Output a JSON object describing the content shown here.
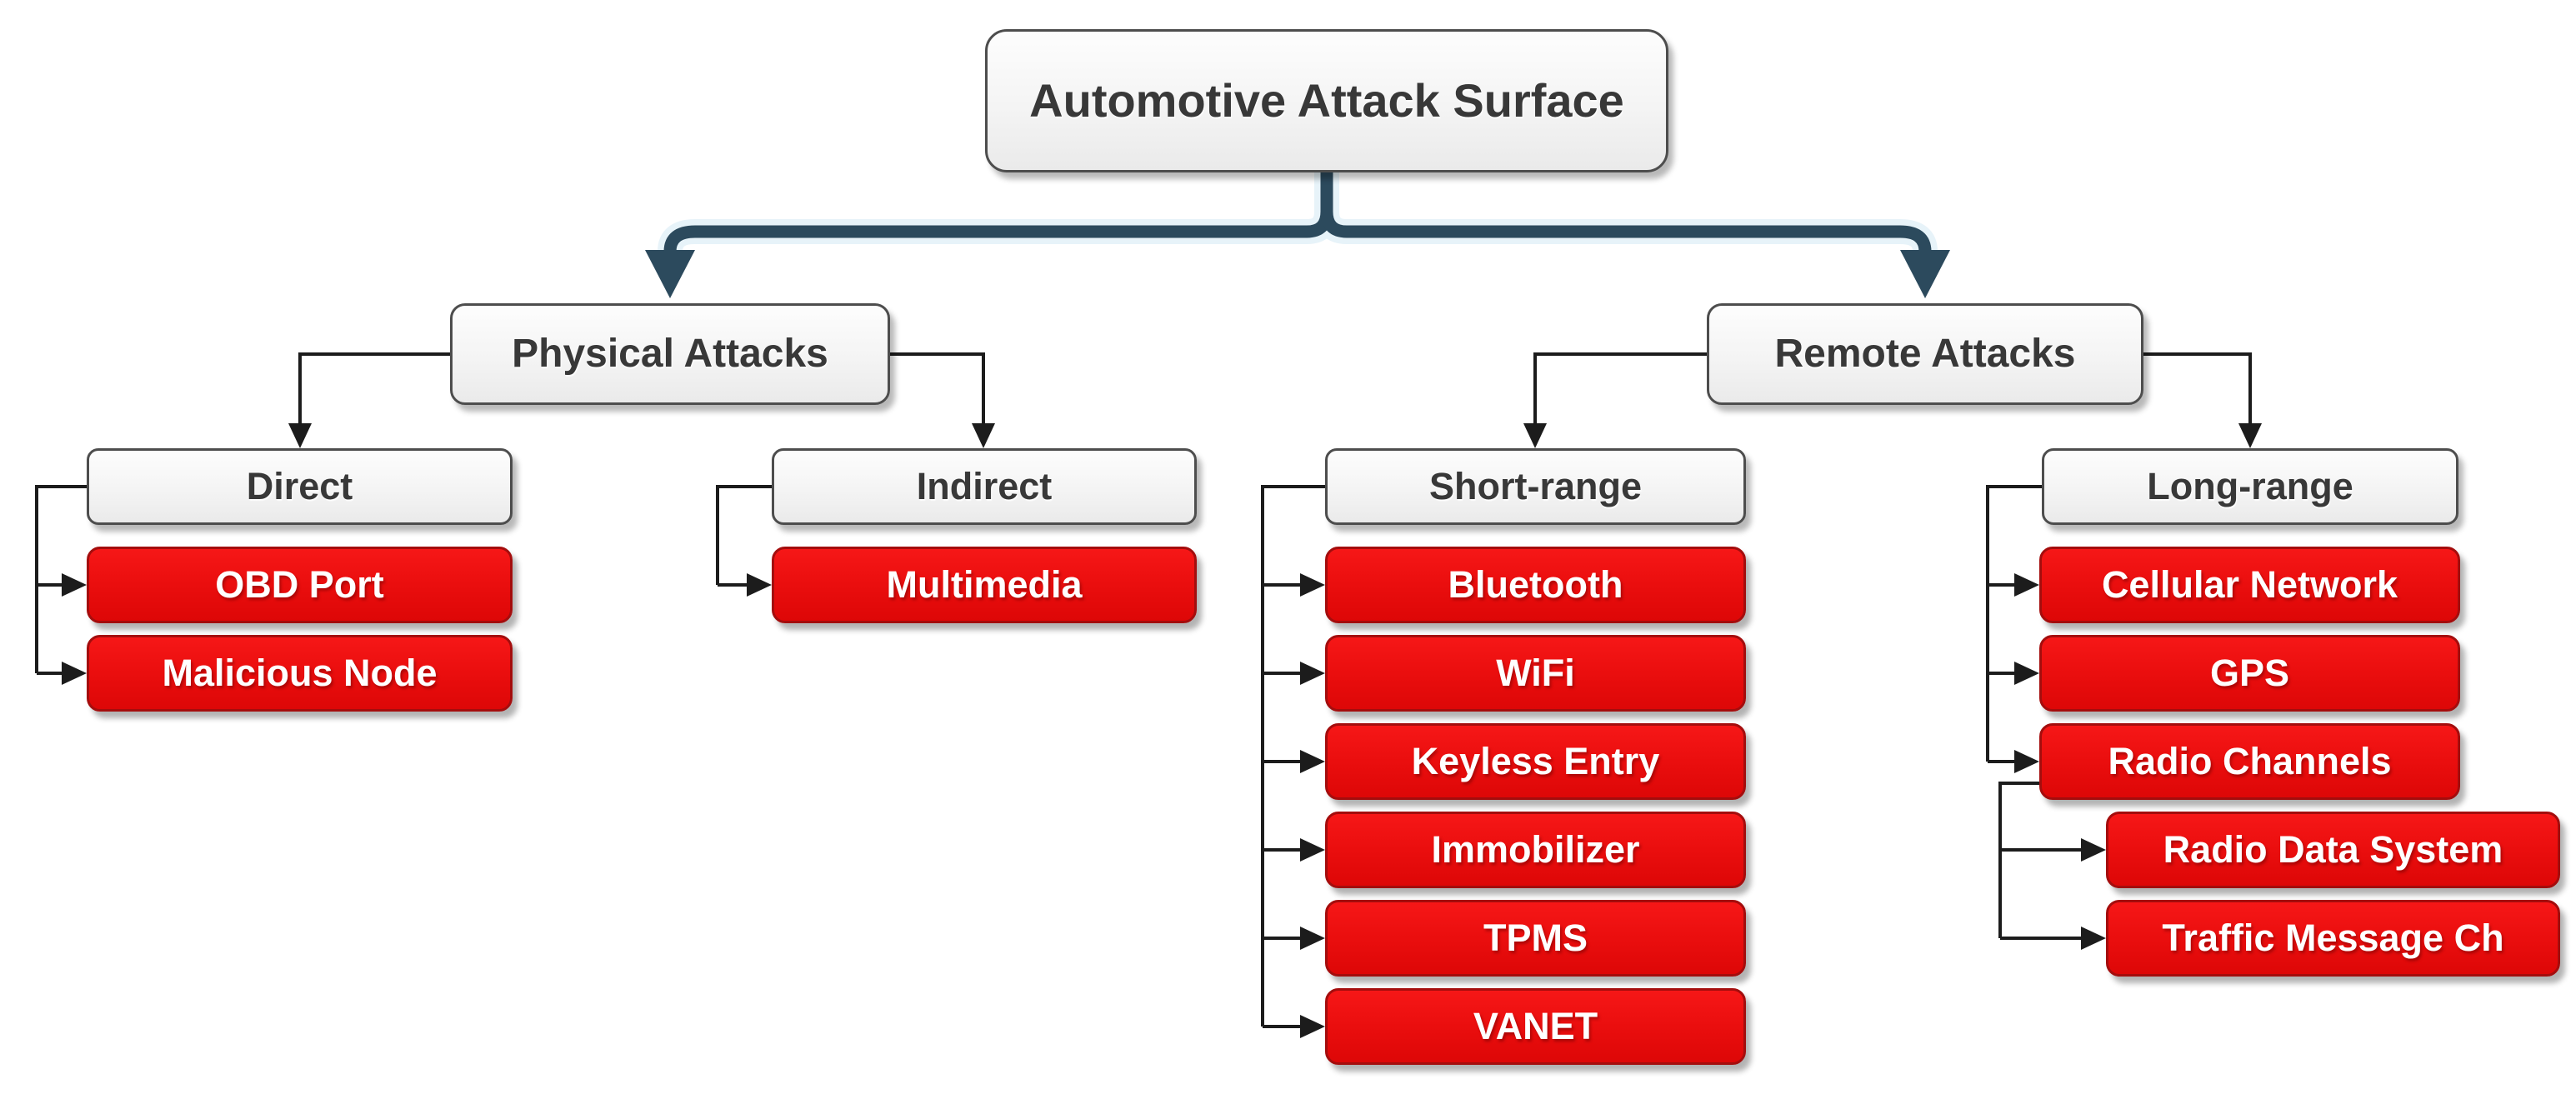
{
  "diagram_title": "Automotive Attack Surface taxonomy",
  "colors": {
    "background": "#ffffff",
    "trunk": "#2c4a5d",
    "trunk_glow": "#ddeef7",
    "connector": "#1c1c1c",
    "gray_node_fill": "#f4f4f4",
    "gray_node_border": "#4d4d4d",
    "gray_node_text": "#383838",
    "red_node_fill": "#ea0e0e",
    "red_node_border": "#a40d0d",
    "red_node_text": "#ffffff"
  },
  "tree": {
    "root": {
      "label": "Automotive Attack Surface"
    },
    "branches": [
      {
        "label": "Physical Attacks",
        "groups": [
          {
            "label": "Direct",
            "items": [
              {
                "label": "OBD Port"
              },
              {
                "label": "Malicious Node"
              }
            ]
          },
          {
            "label": "Indirect",
            "items": [
              {
                "label": "Multimedia"
              }
            ]
          }
        ]
      },
      {
        "label": "Remote Attacks",
        "groups": [
          {
            "label": "Short-range",
            "items": [
              {
                "label": "Bluetooth"
              },
              {
                "label": "WiFi"
              },
              {
                "label": "Keyless Entry"
              },
              {
                "label": "Immobilizer"
              },
              {
                "label": "TPMS"
              },
              {
                "label": "VANET"
              }
            ]
          },
          {
            "label": "Long-range",
            "items": [
              {
                "label": "Cellular Network"
              },
              {
                "label": "GPS"
              },
              {
                "label": "Radio Channels",
                "subitems": [
                  {
                    "label": "Radio Data System"
                  },
                  {
                    "label": "Traffic Message Ch"
                  }
                ]
              }
            ]
          }
        ]
      }
    ]
  }
}
